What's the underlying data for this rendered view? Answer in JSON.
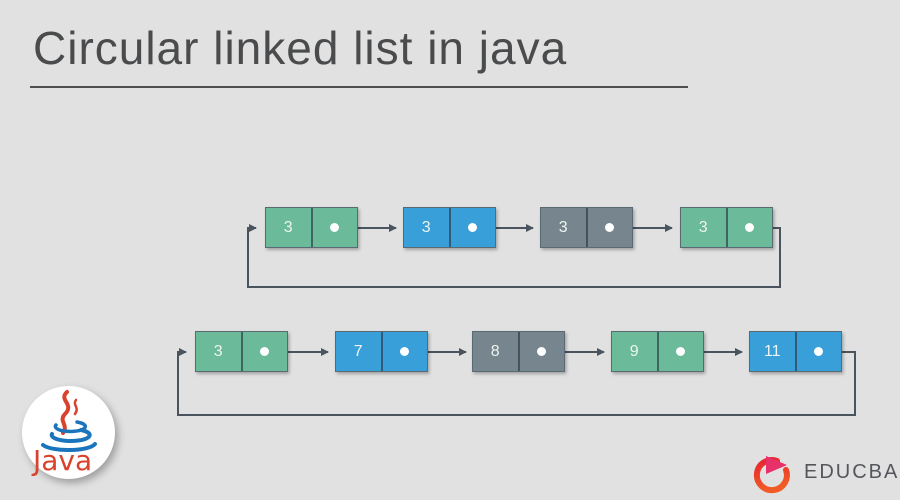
{
  "title": {
    "text": "Circular linked list in java",
    "color": "#4a4b4c"
  },
  "palette": {
    "green": "#6bba99",
    "blue": "#399fd9",
    "gray": "#77868e",
    "line": "#4a545e",
    "node_border": "#5a6a72",
    "pointer_dot": "#ffffff",
    "background": "#e1e1e1"
  },
  "diagrams": {
    "row1": {
      "nodes": [
        {
          "value": "3",
          "color": "green"
        },
        {
          "value": "3",
          "color": "blue"
        },
        {
          "value": "3",
          "color": "gray"
        },
        {
          "value": "3",
          "color": "green"
        }
      ]
    },
    "row2": {
      "nodes": [
        {
          "value": "3",
          "color": "green"
        },
        {
          "value": "7",
          "color": "blue"
        },
        {
          "value": "8",
          "color": "gray"
        },
        {
          "value": "9",
          "color": "green"
        },
        {
          "value": "11",
          "color": "blue"
        }
      ]
    }
  },
  "java_logo": {
    "text": "Java",
    "red": "#d9422d",
    "blue": "#1b75bc"
  },
  "educba": {
    "text": "EDUCBA",
    "text_color": "#55565b",
    "icon_red": "#e52530",
    "icon_orange": "#f15b25",
    "icon_triangle": "#e8316b"
  }
}
